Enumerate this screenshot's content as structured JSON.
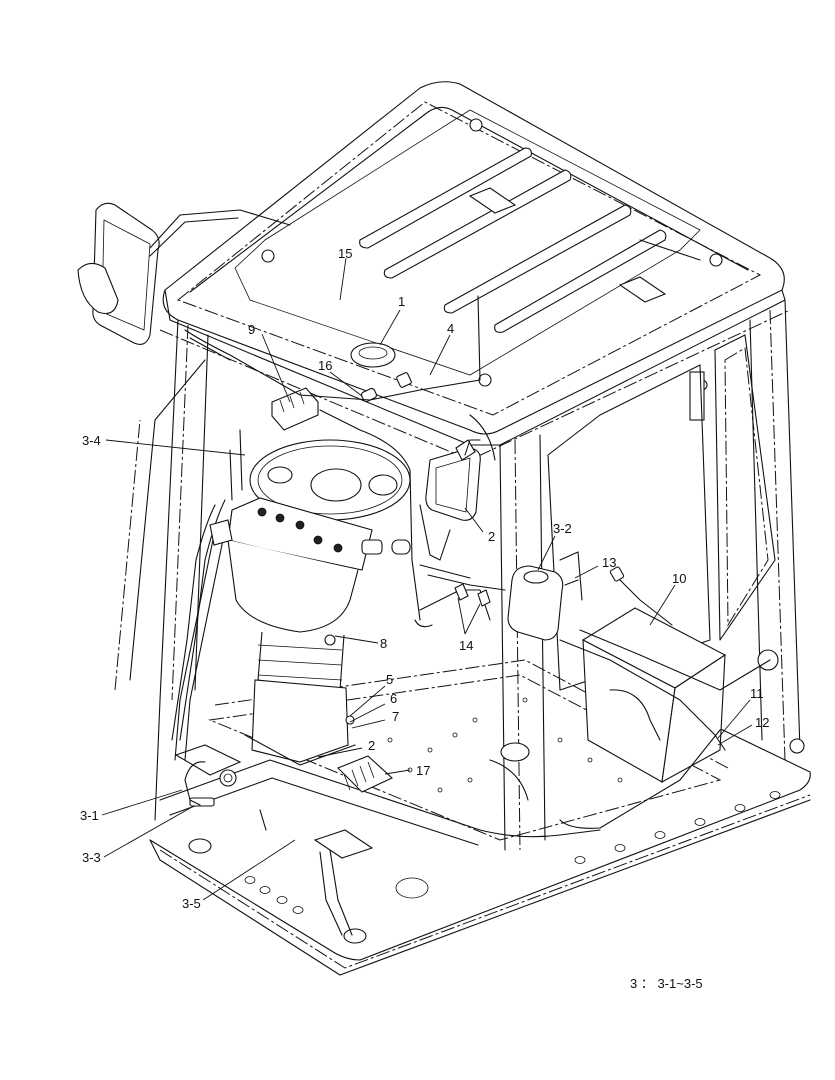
{
  "callouts": {
    "c1": "1",
    "c2a": "2",
    "c2b": "2",
    "c3_1": "3-1",
    "c3_2": "3-2",
    "c3_3": "3-3",
    "c3_4": "3-4",
    "c3_5": "3-5",
    "c4": "4",
    "c5": "5",
    "c6": "6",
    "c7": "7",
    "c8": "8",
    "c9": "9",
    "c10": "10",
    "c11": "11",
    "c12": "12",
    "c13": "13",
    "c14": "14",
    "c15": "15",
    "c16": "16",
    "c17": "17"
  },
  "note": {
    "text": "3 ： 3-1~3-5"
  }
}
